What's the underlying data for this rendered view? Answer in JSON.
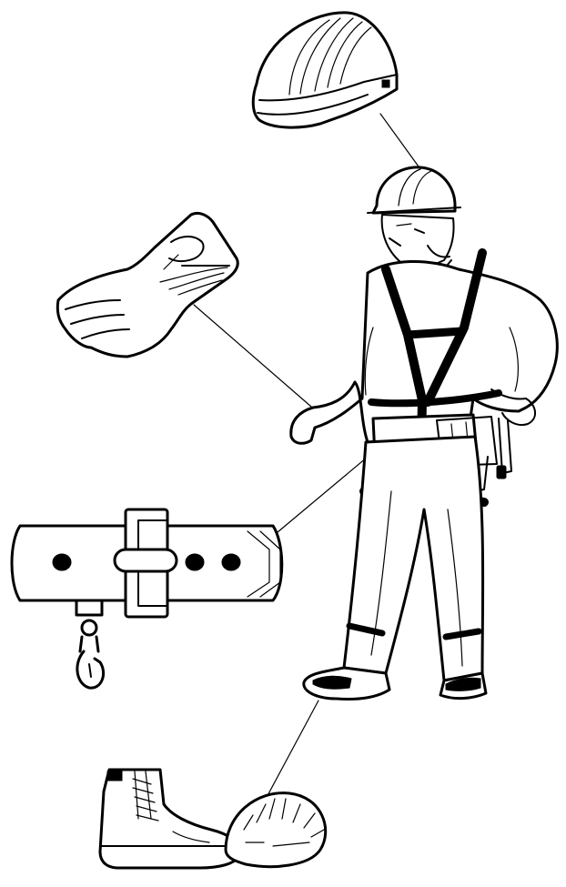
{
  "diagram": {
    "items": [
      {
        "id": "hard-hat",
        "icon": "hard-hat-icon"
      },
      {
        "id": "insulated-glove",
        "icon": "glove-icon"
      },
      {
        "id": "safety-belt",
        "icon": "belt-with-snap-hook-icon"
      },
      {
        "id": "safety-boot",
        "icon": "work-boot-icon"
      },
      {
        "id": "worker",
        "icon": "worker-with-harness-icon"
      }
    ],
    "colors": {
      "ink": "#000000",
      "background": "#ffffff"
    }
  }
}
